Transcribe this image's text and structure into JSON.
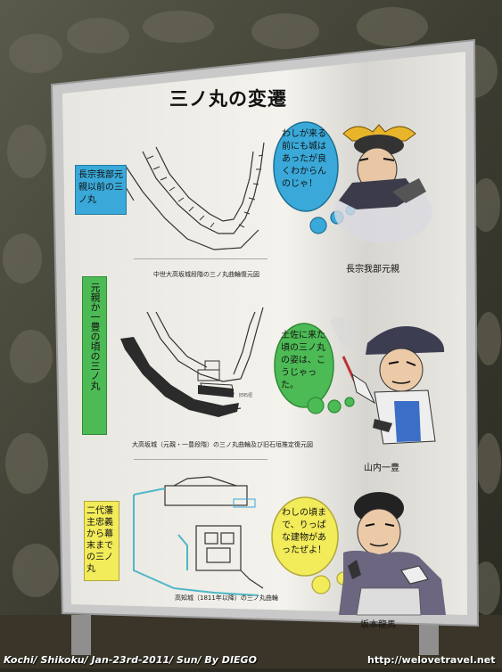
{
  "sign": {
    "title": "三ノ丸の変遷",
    "section1": {
      "label": "長宗我部元親以前の三ノ丸",
      "caption": "中世大高坂城段階の三ノ丸曲輪復元図",
      "speech": "わしが来る前にも城はあったが良くわからんのじゃ！",
      "name": "長宗我部元親"
    },
    "section2": {
      "label": "元親か一豊の頃の三ノ丸",
      "caption": "大高坂城（元親・一豊段階）の三ノ丸曲輪及び旧石垣推定復元図",
      "map_note": "旧石垣",
      "speech": "土佐に来た頃の三ノ丸の姿は、こうじゃった。",
      "name": "山内一豊"
    },
    "section3": {
      "label": "二代藩主忠義から幕末までの三ノ丸",
      "caption": "高知城（1811年以降）の三ノ丸曲輪",
      "speech": "わしの頃まで、りっぱな建物があったぜよ！",
      "name": "坂本龍馬"
    }
  },
  "footer": {
    "left": "Kochi/ Shikoku/ Jan-23rd-2011/ Sun/ By DIEGO",
    "right": "http://welovetravel.net"
  },
  "colors": {
    "blue_bubble": "#3aa9d9",
    "green_bubble": "#4dbb55",
    "yellow_bubble": "#f2eb5a",
    "board": "#f4f2ec",
    "frame": "#cfcfcf"
  }
}
